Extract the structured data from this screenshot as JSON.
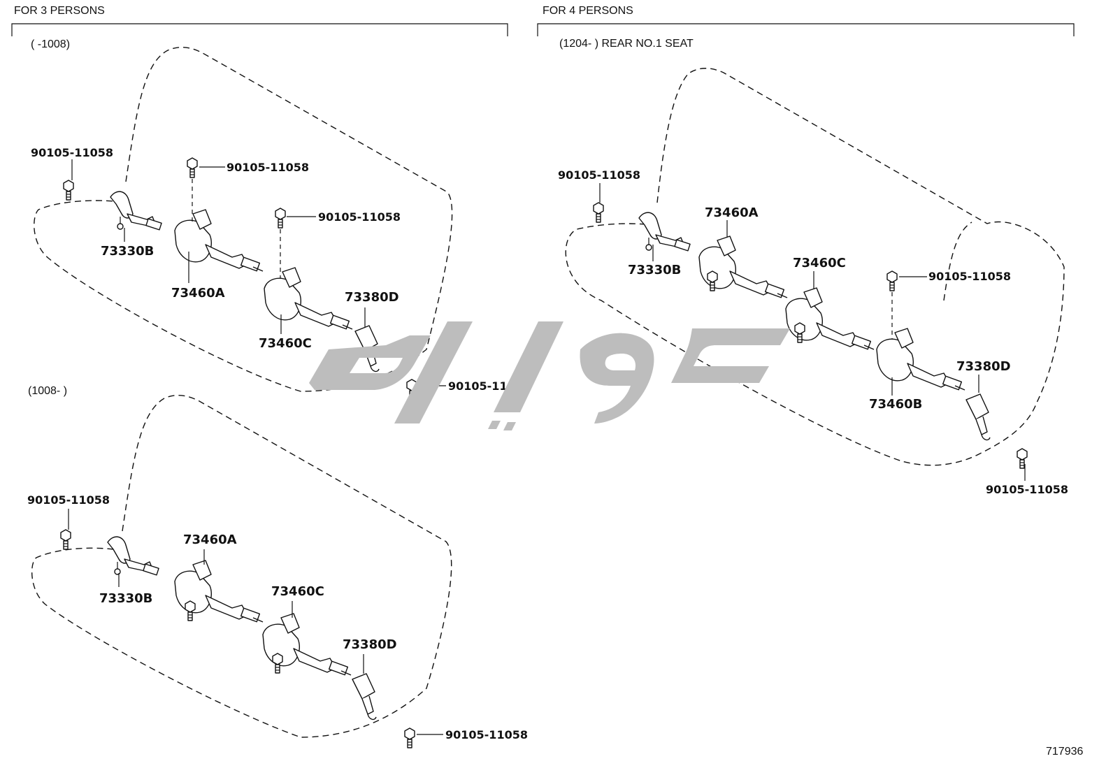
{
  "panels": {
    "three": {
      "title": "FOR 3 PERSONS",
      "group1": {
        "period": "(      -1008)",
        "bolt_nw": "90105-11058",
        "bolt_mid": "90105-11058",
        "bolt_c": "90105-11058",
        "bolt_se": "90105-11058",
        "p_b": "73330B",
        "p_a": "73460A",
        "p_c": "73460C",
        "p_d": "73380D"
      },
      "group2": {
        "period": "(1008-      )",
        "bolt_nw": "90105-11058",
        "bolt_se": "90105-11058",
        "p_b": "73330B",
        "p_a": "73460A",
        "p_c": "73460C",
        "p_d": "73380D"
      }
    },
    "four": {
      "title": "FOR 4 PERSONS",
      "period": "(1204-      ) REAR NO.1 SEAT",
      "bolt_nw": "90105-11058",
      "bolt_b": "90105-11058",
      "bolt_se": "90105-11058",
      "p_b": "73330B",
      "p_a": "73460A",
      "p_c": "73460C",
      "p_d": "73380D",
      "p_bb": "73460B"
    }
  },
  "ref_number": "717936",
  "watermark": {
    "color": "#bdbdbd"
  }
}
